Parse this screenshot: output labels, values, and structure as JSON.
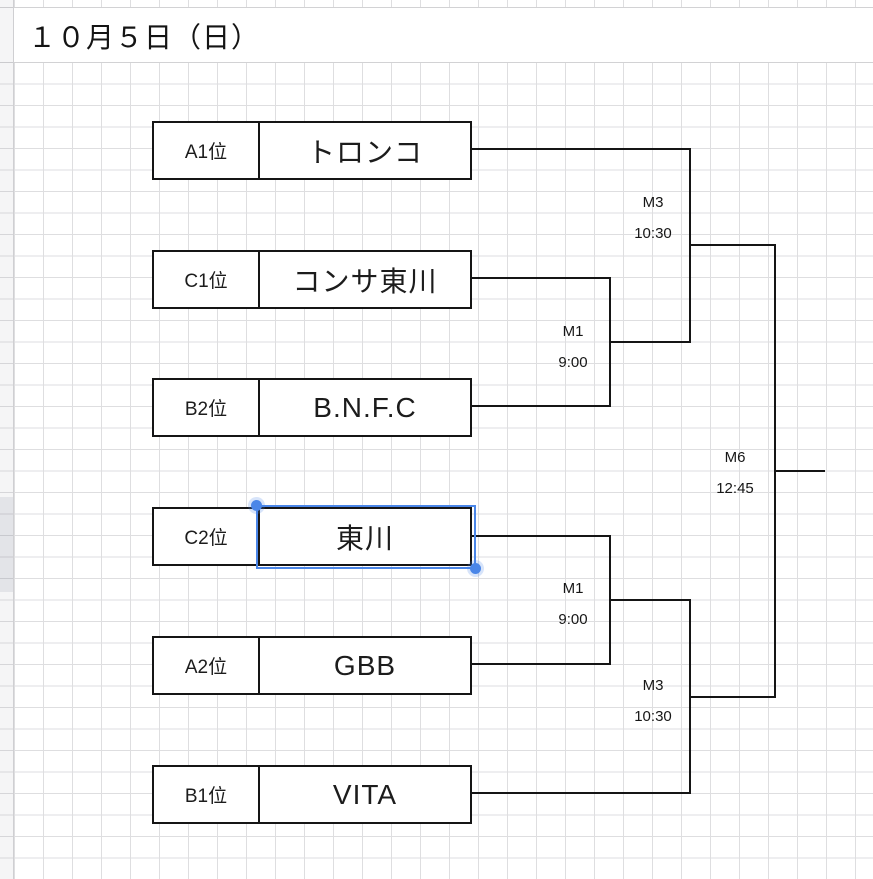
{
  "sheet": {
    "title": "１０月５日（日）"
  },
  "bracket": {
    "teams": [
      {
        "seed": "A1位",
        "name": "トロンコ"
      },
      {
        "seed": "C1位",
        "name": "コンサ東川"
      },
      {
        "seed": "B2位",
        "name": "B.N.F.C"
      },
      {
        "seed": "C2位",
        "name": "東川"
      },
      {
        "seed": "A2位",
        "name": "GBB"
      },
      {
        "seed": "B1位",
        "name": "VITA"
      }
    ],
    "matches": [
      {
        "id": "M3",
        "time": "10:30"
      },
      {
        "id": "M1",
        "time": "9:00"
      },
      {
        "id": "M1",
        "time": "9:00"
      },
      {
        "id": "M3",
        "time": "10:30"
      },
      {
        "id": "M6",
        "time": "12:45"
      }
    ],
    "selected_team": "東川"
  },
  "colors": {
    "selection_blue": "#4a86e8",
    "grid_line": "#dedee0",
    "bracket_line": "#151515"
  }
}
